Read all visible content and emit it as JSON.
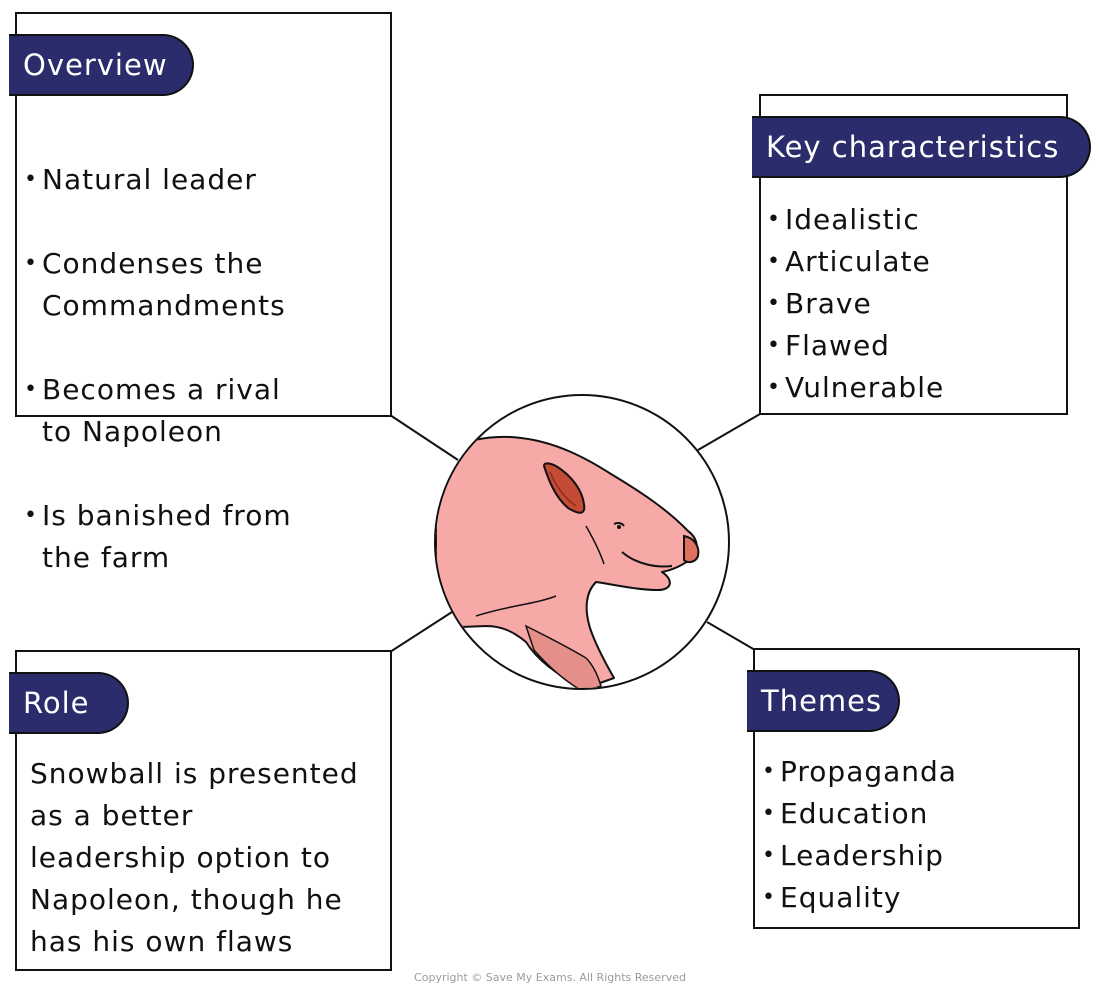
{
  "diagram": {
    "overview": {
      "title": "Overview",
      "items": [
        "Natural leader",
        "Condenses the\nCommandments",
        "Becomes a rival\nto Napoleon",
        "Is banished from\nthe farm"
      ]
    },
    "key_characteristics": {
      "title": "Key characteristics",
      "items": [
        "Idealistic",
        "Articulate",
        "Brave",
        "Flawed",
        "Vulnerable"
      ]
    },
    "role": {
      "title": "Role",
      "text": "Snowball is presented\nas a better\nleadership option to\nNapoleon, though he\nhas his own flaws"
    },
    "themes": {
      "title": "Themes",
      "items": [
        "Propaganda",
        "Education",
        "Leadership",
        "Equality"
      ]
    },
    "center_image": {
      "icon": "pig-head-icon"
    },
    "copyright": "Copyright © Save My Exams. All Rights Reserved"
  },
  "colors": {
    "tag_background": "#2a2c6b",
    "tag_text": "#ffffff",
    "pig_skin": "#f6a9a6",
    "pig_ear": "#c44b35",
    "pig_snout": "#e07060"
  }
}
